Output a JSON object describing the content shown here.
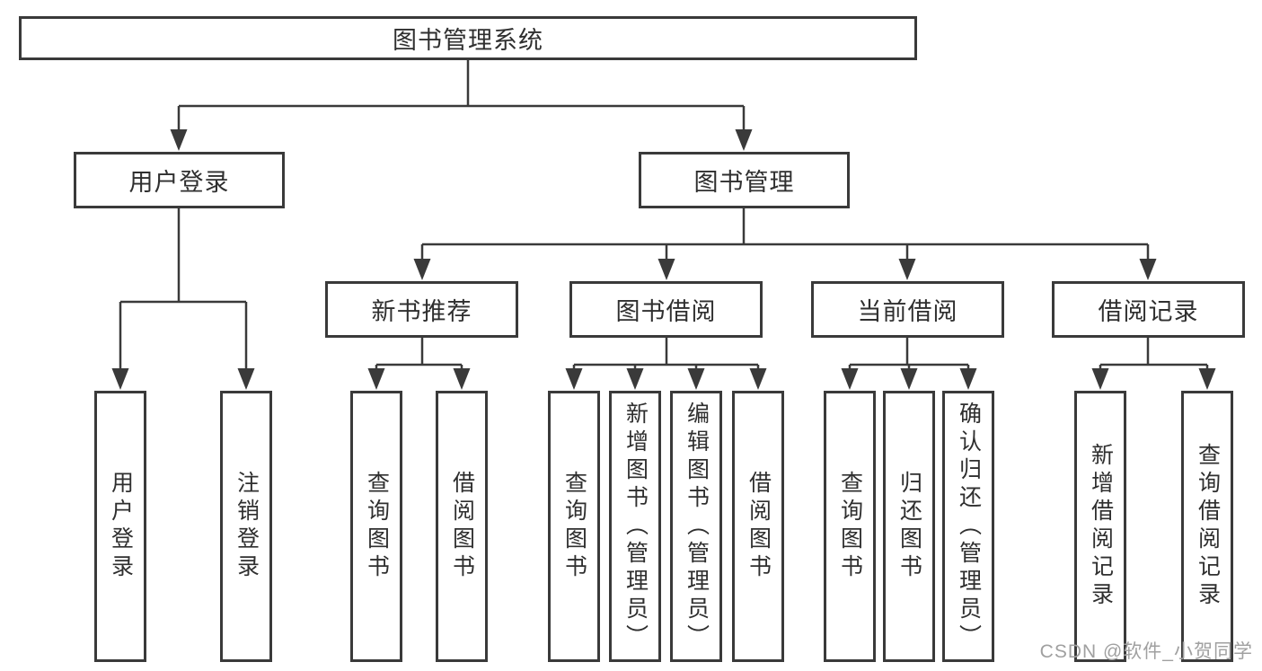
{
  "tree": {
    "root": {
      "label": "图书管理系统",
      "children": [
        {
          "label": "用户登录",
          "children": [
            {
              "label": "用户登录"
            },
            {
              "label": "注销登录"
            }
          ]
        },
        {
          "label": "图书管理",
          "children": [
            {
              "label": "新书推荐",
              "children": [
                {
                  "label": "查询图书"
                },
                {
                  "label": "借阅图书"
                }
              ]
            },
            {
              "label": "图书借阅",
              "children": [
                {
                  "label": "查询图书"
                },
                {
                  "label": "新增图书（管理员）"
                },
                {
                  "label": "编辑图书（管理员）"
                },
                {
                  "label": "借阅图书"
                }
              ]
            },
            {
              "label": "当前借阅",
              "children": [
                {
                  "label": "查询图书"
                },
                {
                  "label": "归还图书"
                },
                {
                  "label": "确认归还（管理员）"
                }
              ]
            },
            {
              "label": "借阅记录",
              "children": [
                {
                  "label": "新增借阅记录"
                },
                {
                  "label": "查询借阅记录"
                }
              ]
            }
          ]
        }
      ]
    }
  },
  "watermark": {
    "text": "CSDN @软件_小贺同学"
  },
  "colors": {
    "line": "#3a3a3a",
    "box_border": "#3a3a3a",
    "text": "#2f2f2f",
    "watermark": "#a0a0a0",
    "background": "#ffffff"
  }
}
